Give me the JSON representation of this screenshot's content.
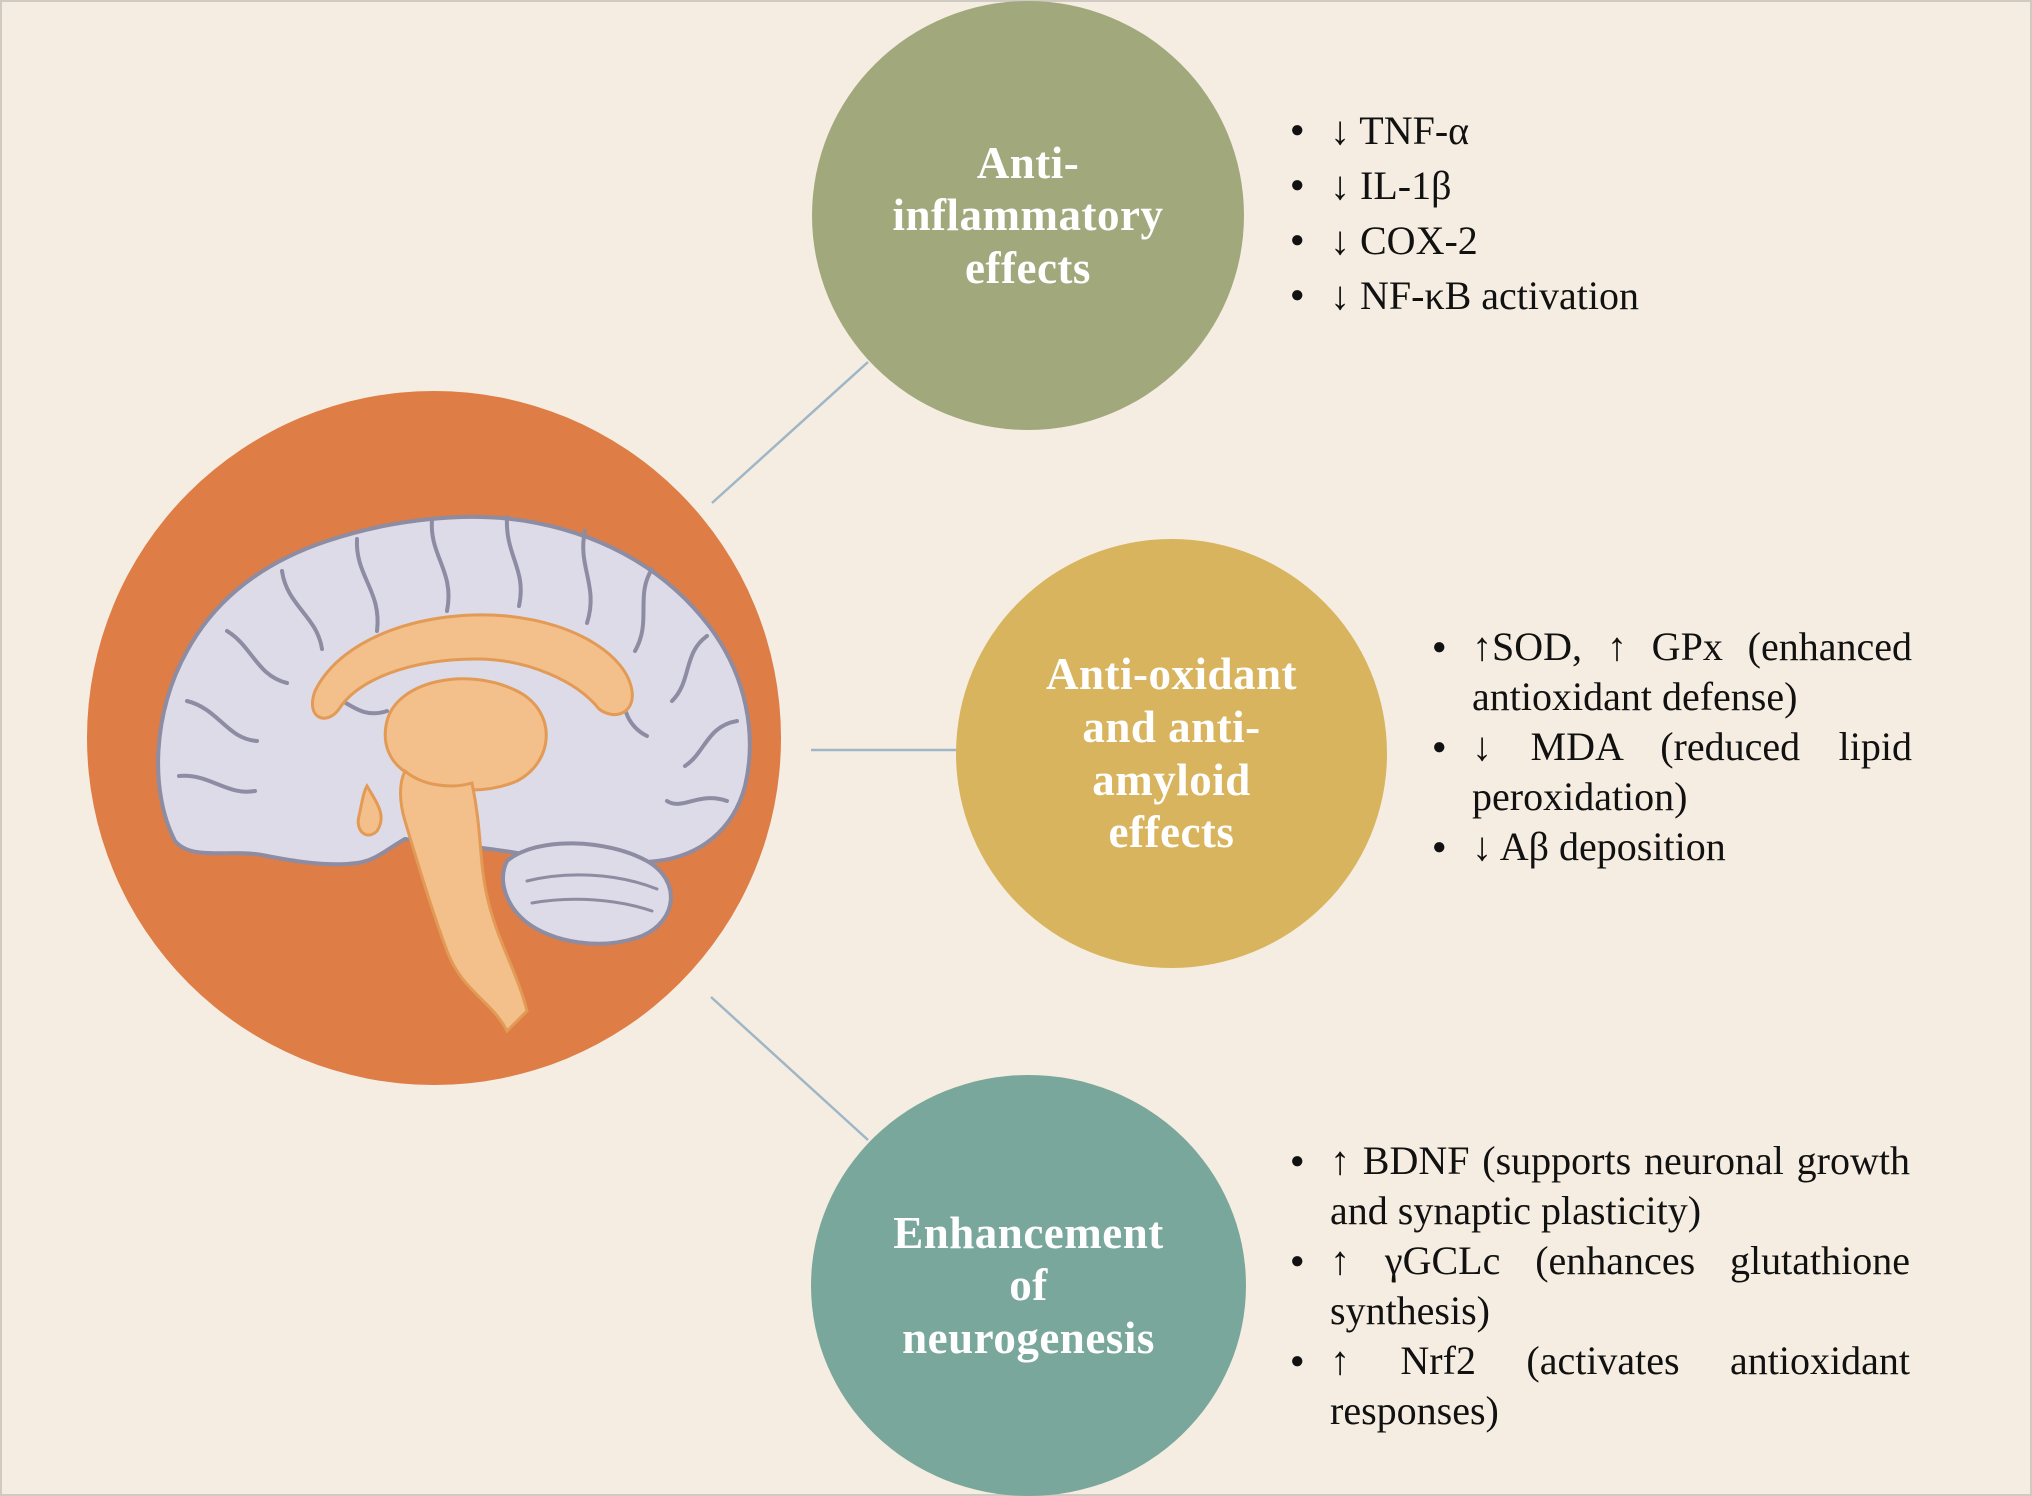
{
  "colors": {
    "background": "#f5ede1",
    "hub": "#de7d45",
    "anti_inflammatory": "#a1a97c",
    "anti_oxidant": "#d9b45e",
    "neurogenesis": "#7aa79c",
    "connector": "#9fb6c6",
    "cortex": "#dcdbe7",
    "cortex_outline": "#8d8ca3",
    "inner_structures": "#f3c08c"
  },
  "hub": {
    "icon": "brain-sagittal-icon"
  },
  "nodes": {
    "anti_inflammatory": {
      "label": "Anti-\ninflammatory\neffects",
      "items": [
        "↓ TNF-α",
        "↓ IL-1β",
        "↓ COX-2",
        "↓ NF-κB activation"
      ]
    },
    "anti_oxidant": {
      "label": "Anti-oxidant\nand anti-\namyloid\neffects",
      "items": [
        "↑SOD, ↑ GPx (enhanced antioxidant defense)",
        "↓ MDA (reduced lipid peroxidation)",
        "↓ Aβ deposition"
      ]
    },
    "neurogenesis": {
      "label": "Enhancement\nof\nneurogenesis",
      "items": [
        "↑ BDNF (supports neuronal growth and synaptic plasticity)",
        "↑ γGCLc (enhances glutathione synthesis)",
        "↑ Nrf2 (activates antioxidant responses)"
      ]
    }
  }
}
